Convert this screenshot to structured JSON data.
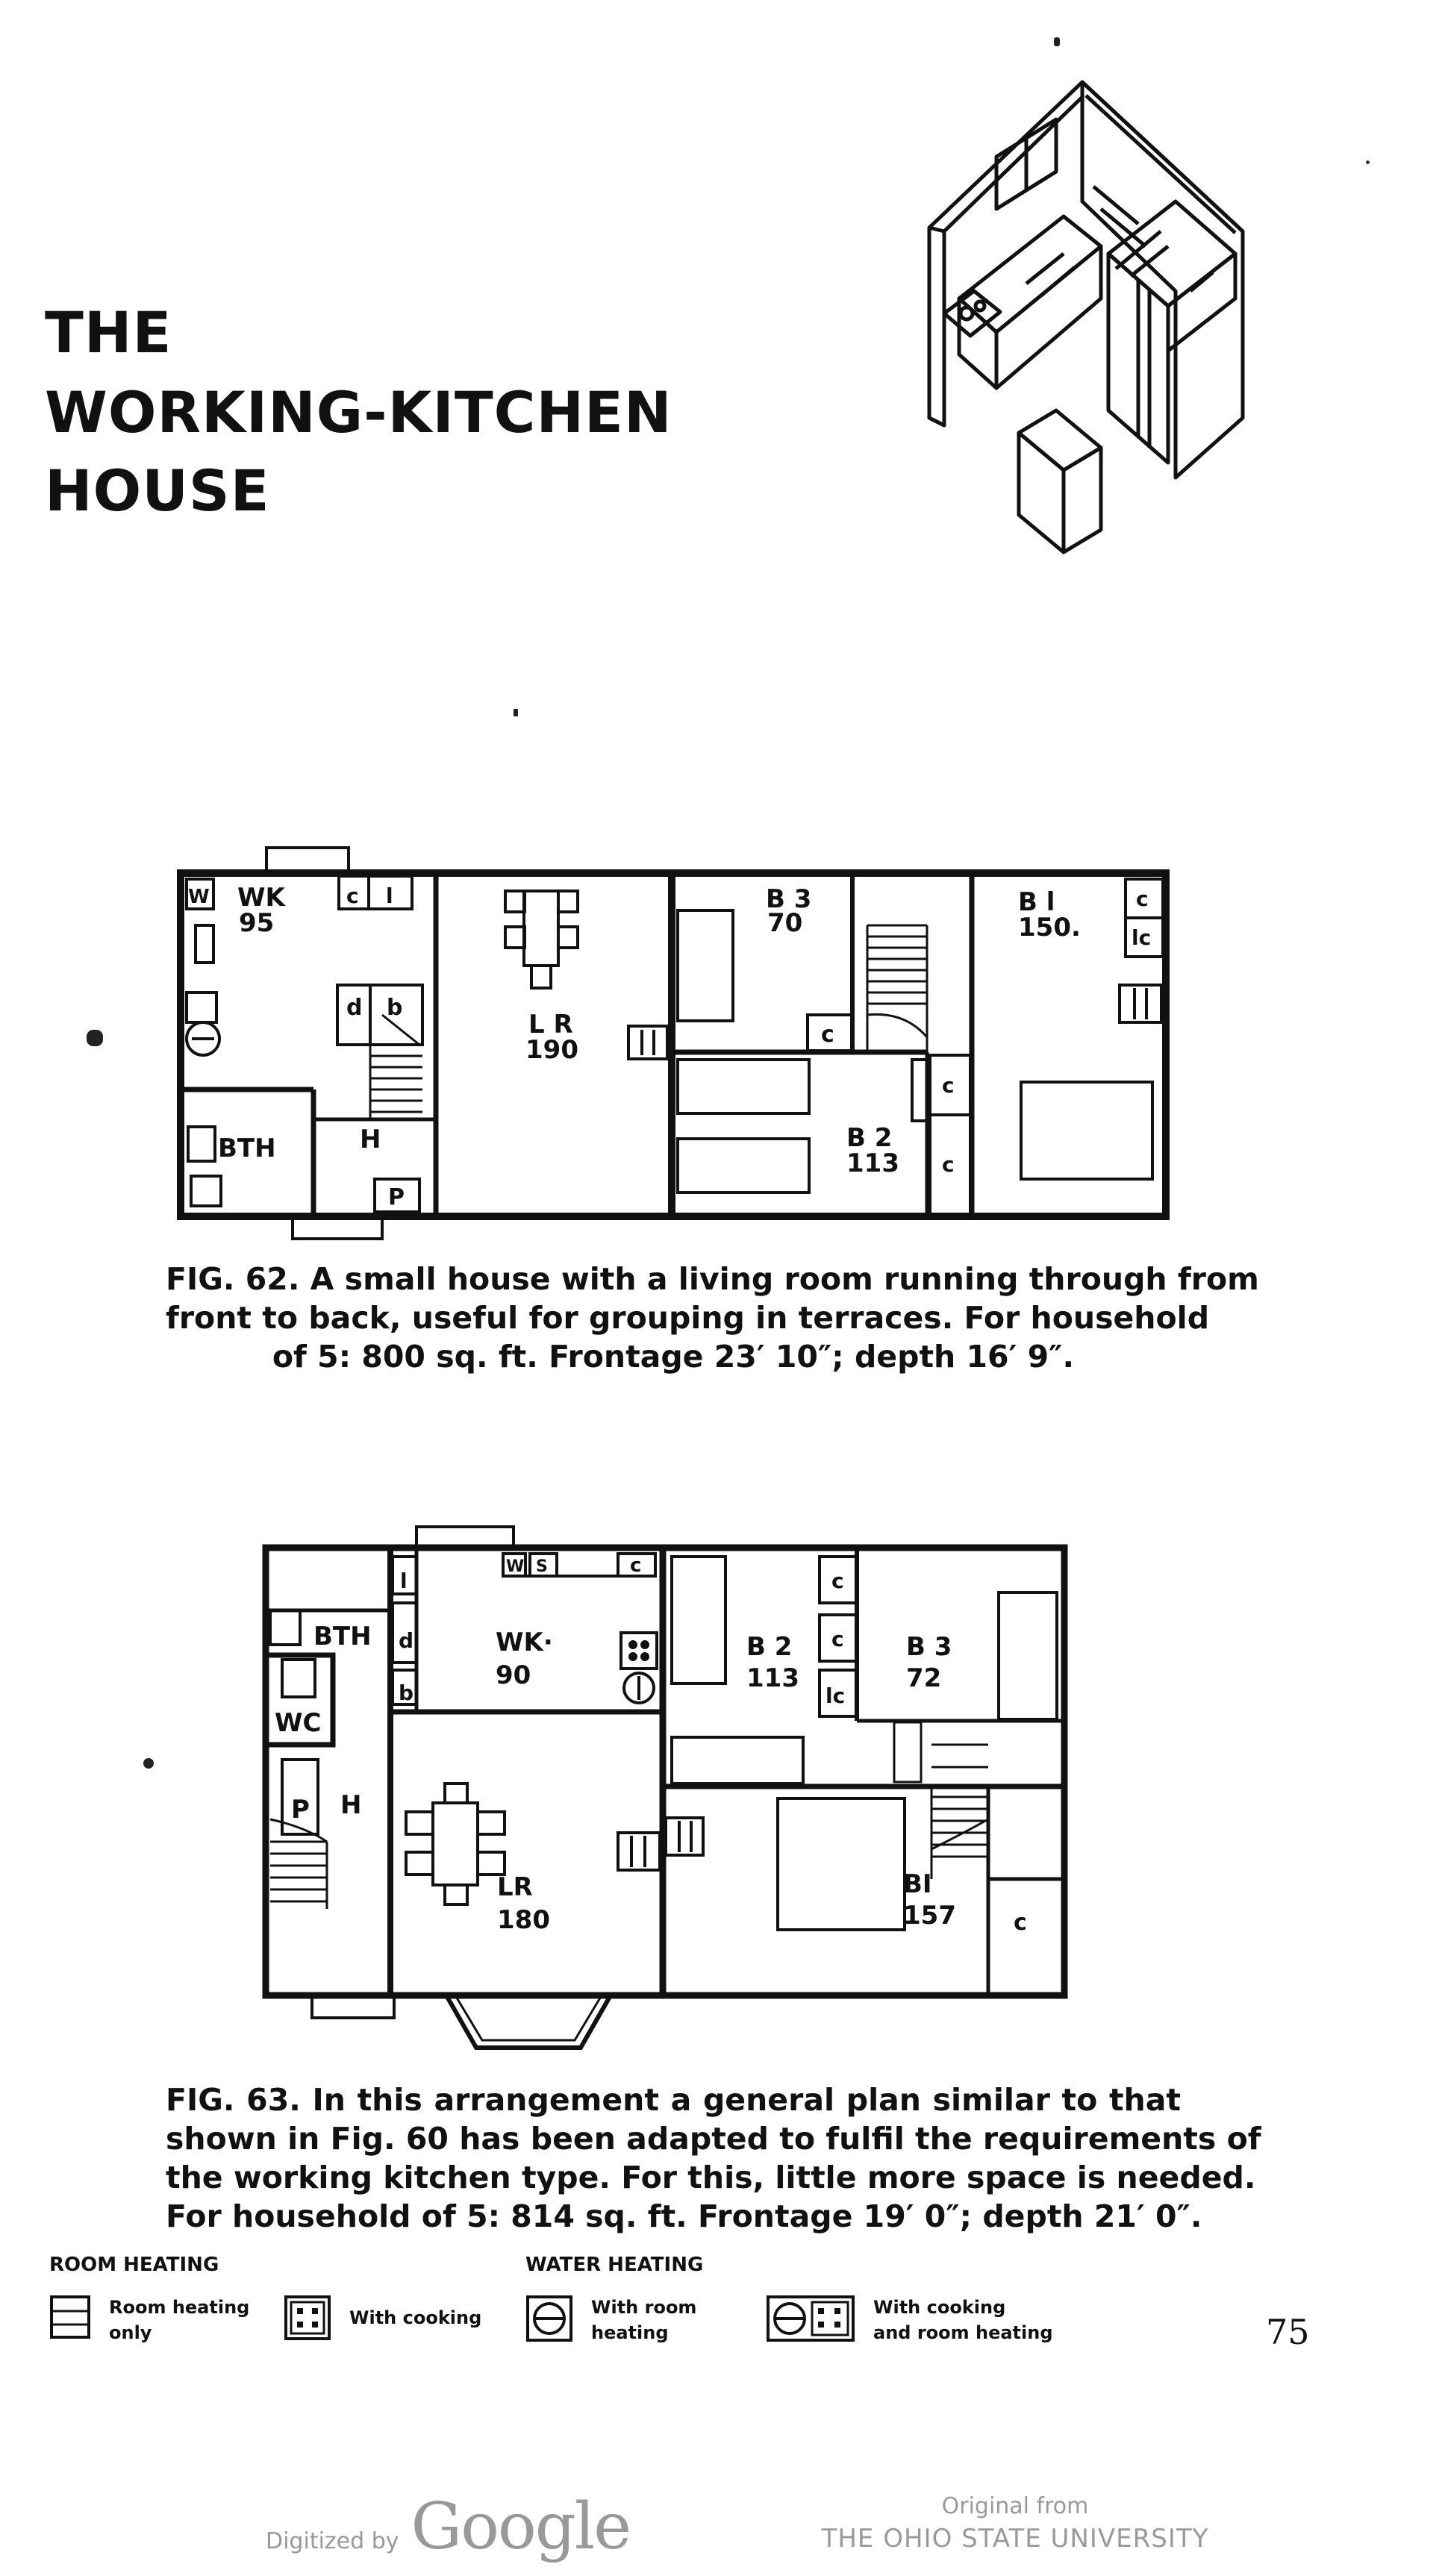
{
  "title": {
    "line1": "THE",
    "line2": "WORKING-KITCHEN",
    "line3": "HOUSE"
  },
  "fig62": {
    "rooms": {
      "wk": "WK",
      "wk_area": "95",
      "lr": "L R",
      "lr_area": "190",
      "b3": "B 3",
      "b3_area": "70",
      "b1": "B l",
      "b1_area": "150.",
      "b2": "B 2",
      "b2_area": "113",
      "bth": "BTH",
      "h": "H",
      "p": "P",
      "w": "W",
      "c": "c",
      "l": "l",
      "d": "d",
      "b": "b",
      "lc": "lc"
    },
    "caption": {
      "line1": "FIG. 62.  A small house with a living room running through from",
      "line2": "front to back, useful for grouping in terraces.  For household",
      "line3": "of 5:  800 sq. ft.  Frontage 23′ 10″; depth 16′ 9″."
    }
  },
  "fig63": {
    "rooms": {
      "bth": "BTH",
      "wc": "WC",
      "p": "P",
      "h": "H",
      "wk": "WK·",
      "wk_area": "90",
      "lr": "LR",
      "lr_area": "180",
      "b2": "B 2",
      "b2_area": "113",
      "b3": "B 3",
      "b3_area": "72",
      "b1": "BI",
      "b1_area": "157",
      "l": "l",
      "d": "d",
      "b": "b",
      "w": "W",
      "s": "S",
      "c": "c",
      "lc": "lc"
    },
    "caption": {
      "line1": "FIG. 63.  In this arrangement a general plan similar to that",
      "line2": "shown in Fig. 60 has been adapted to fulfil the requirements of",
      "line3": "the working kitchen type.  For this, little more space is needed.",
      "line4": "For household of 5:  814 sq. ft.  Frontage 19′ 0″; depth 21′ 0″."
    }
  },
  "legend": {
    "room_heating": "ROOM HEATING",
    "water_heating": "WATER HEATING",
    "room_heating_only": "Room heating\nonly",
    "with_cooking": "With cooking",
    "with_room_heating": "With room\nheating",
    "with_cooking_and_room_heating": "With cooking\nand room heating"
  },
  "page_number": "75",
  "footer": {
    "digitized_by": "Digitized by",
    "google": "Google",
    "original_from": "Original from",
    "university": "THE OHIO STATE UNIVERSITY"
  }
}
